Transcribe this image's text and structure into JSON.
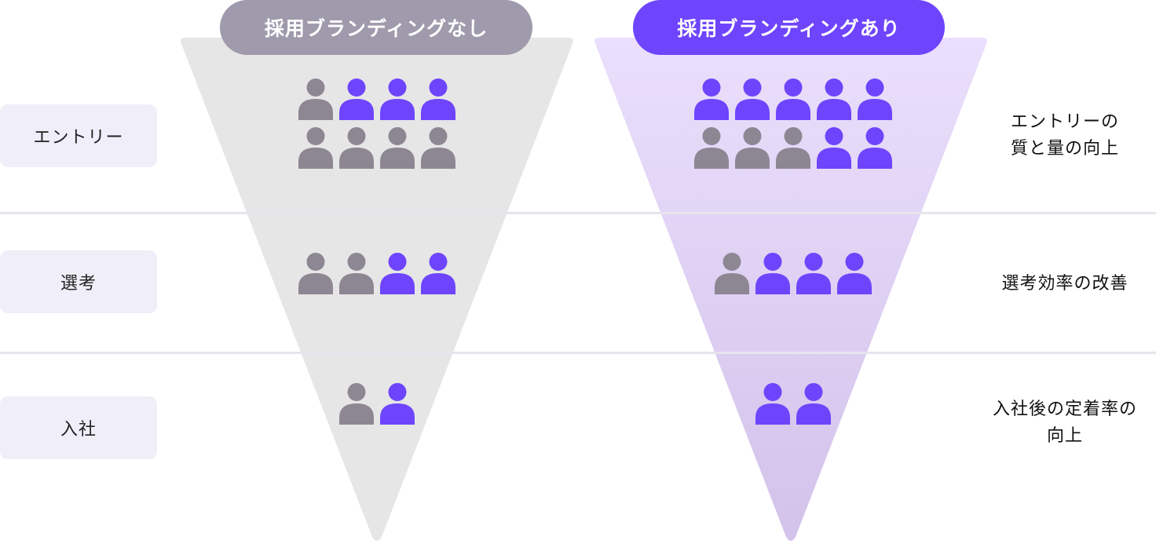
{
  "colors": {
    "gray": "#8d8794",
    "purple": "#6e45fc",
    "pill_gray": "#9f9aac",
    "pill_purple": "#6e45fc"
  },
  "headers": {
    "without": "採用ブランディングなし",
    "with": "採用ブランディングあり"
  },
  "stages": [
    {
      "label": "エントリー",
      "outcome": [
        "エントリーの",
        "質と量の向上"
      ]
    },
    {
      "label": "選考",
      "outcome": [
        "選考効率の改善"
      ]
    },
    {
      "label": "入社",
      "outcome": [
        "入社後の定着率の",
        "向上"
      ]
    }
  ],
  "people": {
    "without": [
      [
        [
          "gray",
          "purple",
          "purple",
          "purple"
        ],
        [
          "gray",
          "gray",
          "gray",
          "gray"
        ]
      ],
      [
        [
          "gray",
          "gray",
          "purple",
          "purple"
        ]
      ],
      [
        [
          "gray",
          "purple"
        ]
      ]
    ],
    "with": [
      [
        [
          "purple",
          "purple",
          "purple",
          "purple",
          "purple"
        ],
        [
          "gray",
          "gray",
          "gray",
          "purple",
          "purple"
        ]
      ],
      [
        [
          "gray",
          "purple",
          "purple",
          "purple"
        ]
      ],
      [
        [
          "purple",
          "purple"
        ]
      ]
    ]
  }
}
